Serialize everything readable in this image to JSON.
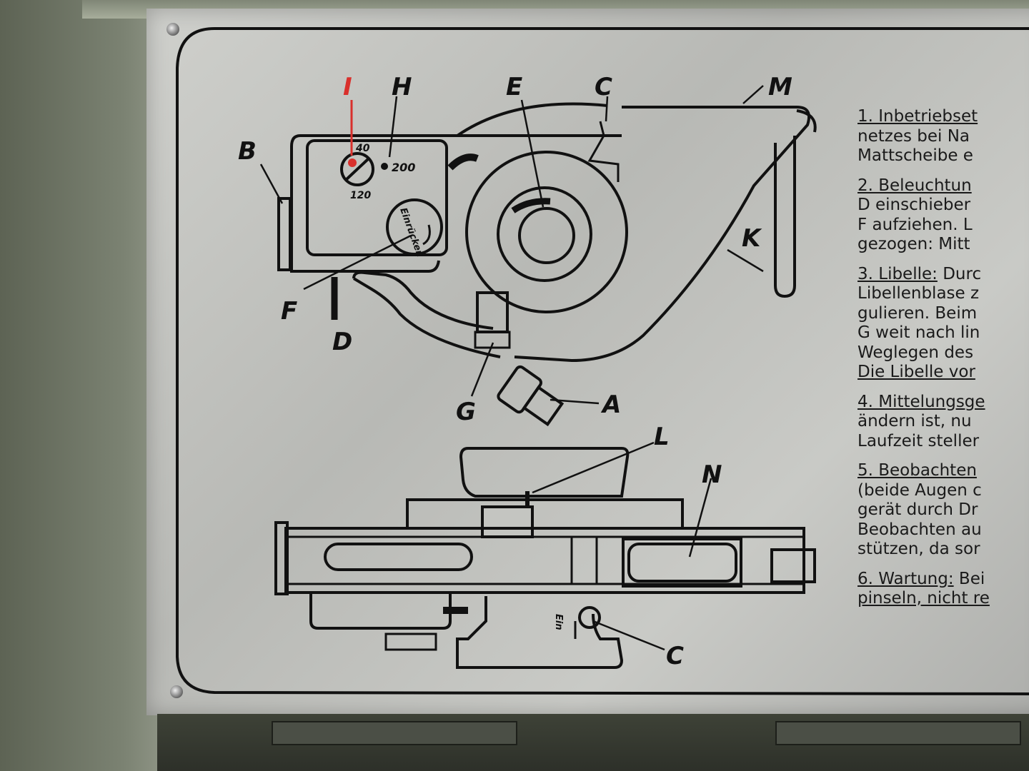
{
  "diagram": {
    "labels": {
      "a": "A",
      "b": "B",
      "c_top": "C",
      "c_bottom": "C",
      "d": "D",
      "e": "E",
      "f": "F",
      "g": "G",
      "h": "H",
      "i": "I",
      "k": "K",
      "l": "L",
      "m": "M",
      "n": "N"
    },
    "dial_marks": {
      "mark_40": "40",
      "mark_120": "120",
      "mark_200": "200"
    },
    "knob_text": "Einrücken",
    "switch_text": "Ein",
    "colors": {
      "label_i": "#d9302c",
      "ink": "#111111"
    }
  },
  "instructions": [
    {
      "head": "1. Inbetriebset",
      "lines": [
        "netzes bei Na",
        "Mattscheibe e"
      ]
    },
    {
      "head": "2. Beleuchtun",
      "lines": [
        "D einschieber",
        "F aufziehen. L",
        "gezogen: Mitt"
      ]
    },
    {
      "head": "3. Libelle:",
      "tail": " Durc",
      "lines": [
        "Libellenblase z",
        "gulieren. Beim",
        "G weit nach lin",
        "Weglegen des",
        "Die Libelle vor"
      ]
    },
    {
      "head": "4. Mittelungsge",
      "lines": [
        "ändern ist, nu",
        "Laufzeit steller"
      ]
    },
    {
      "head": "5. Beobachten",
      "lines": [
        "(beide Augen c",
        "gerät durch Dr",
        "Beobachten au",
        "stützen, da sor"
      ]
    },
    {
      "head": "6. Wartung:",
      "tail": " Bei",
      "lines": [
        "pinseln, nicht re"
      ]
    }
  ]
}
